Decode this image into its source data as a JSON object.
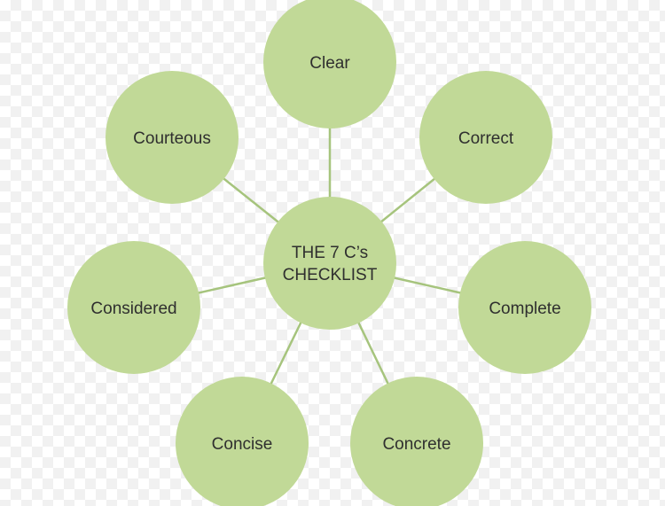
{
  "diagram": {
    "hub": {
      "line1": "THE 7 C’s",
      "line2": "CHECKLIST"
    },
    "nodes": [
      {
        "label": "Clear"
      },
      {
        "label": "Correct"
      },
      {
        "label": "Complete"
      },
      {
        "label": "Concrete"
      },
      {
        "label": "Concise"
      },
      {
        "label": "Considered"
      },
      {
        "label": "Courteous"
      }
    ],
    "colors": {
      "circle_fill": "#c1d997",
      "connector": "#a6c47d",
      "text": "#2f2f2f"
    }
  }
}
